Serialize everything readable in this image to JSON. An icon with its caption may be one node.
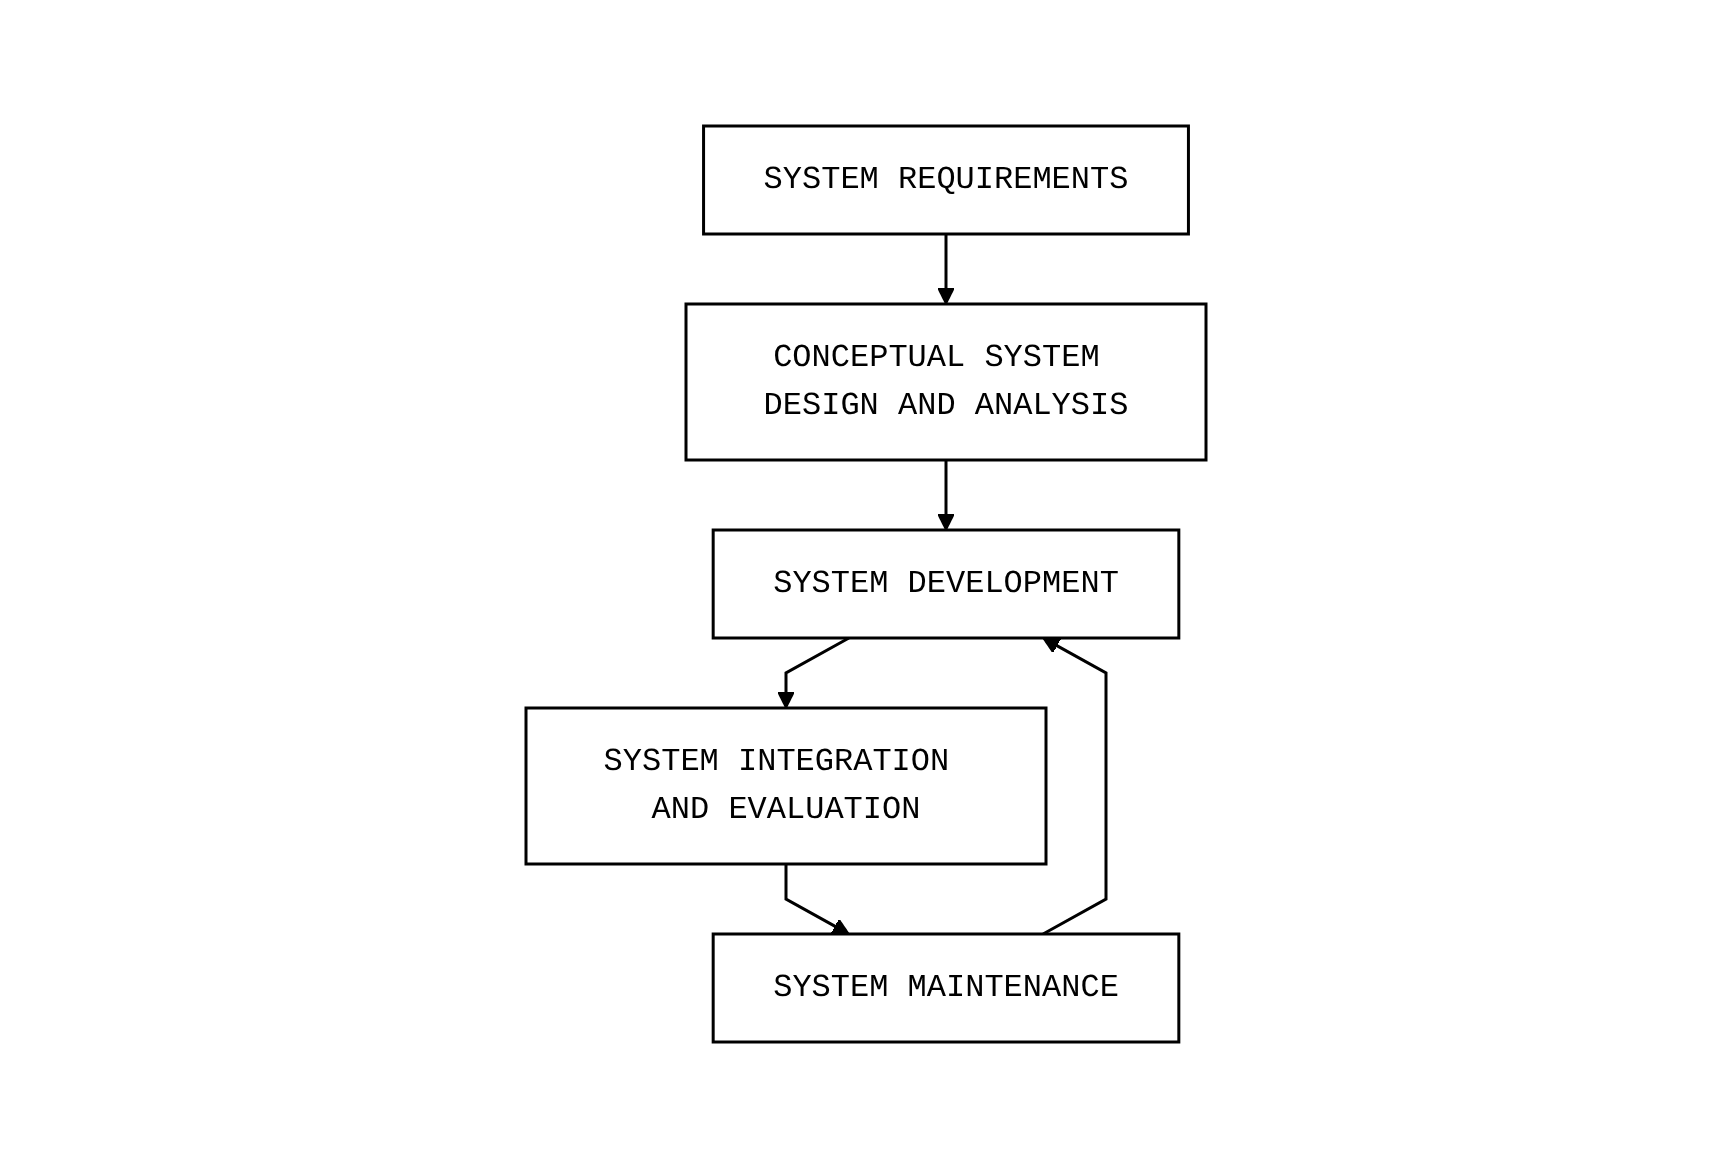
{
  "diagram": {
    "nodes": [
      {
        "text": [
          "SYSTEM REQUIREMENTS"
        ]
      },
      {
        "text": [
          "CONCEPTUAL SYSTEM DESIGN AND ANALYSIS"
        ]
      },
      {
        "text": [
          "SYSTEM DEVELOPMENT"
        ]
      },
      {
        "text": [
          "SYSTEM INTEGRATION AND EVALUATION"
        ]
      },
      {
        "text": [
          "SYSTEM MAINTENANCE"
        ]
      }
    ],
    "edges": [
      {
        "from": 0,
        "to": 1,
        "arrow": "to"
      },
      {
        "from": 1,
        "to": 2,
        "arrow": "to"
      },
      {
        "from": 2,
        "to": 3,
        "arrow": "to"
      },
      {
        "from": 3,
        "to": 4,
        "arrow": "to"
      },
      {
        "from": 4,
        "to": 2,
        "arrow": "to"
      }
    ]
  }
}
